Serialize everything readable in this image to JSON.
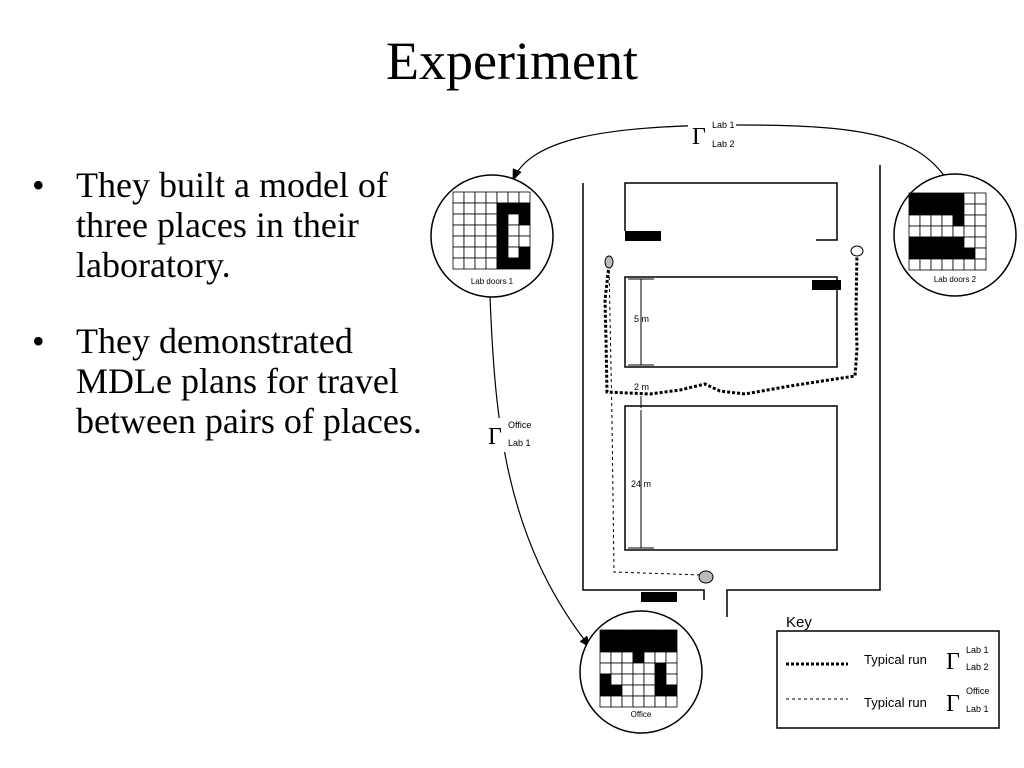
{
  "slide": {
    "title": "Experiment",
    "bullets": [
      "They built a model of three places in their laboratory.",
      "They demonstrated MDLe plans for travel between pairs of places."
    ]
  },
  "diagram": {
    "places": [
      {
        "label": "Lab doors 1"
      },
      {
        "label": "Lab doors 2"
      },
      {
        "label": "Office"
      }
    ],
    "transitions": {
      "top": {
        "symbol": "Γ",
        "superscript": "Lab 1",
        "subscript": "Lab 2"
      },
      "left": {
        "symbol": "Γ",
        "superscript": "Office",
        "subscript": "Lab 1"
      }
    },
    "measurements": [
      "5 m",
      "2 m",
      "24 m"
    ],
    "key": {
      "title": "Key",
      "entries": [
        {
          "label": "Typical run",
          "symbol": "Γ",
          "superscript": "Lab 1",
          "subscript": "Lab 2",
          "style": "thick-dotted"
        },
        {
          "label": "Typical run",
          "symbol": "Γ",
          "superscript": "Office",
          "subscript": "Lab 1",
          "style": "thin-dashed"
        }
      ]
    },
    "colors": {
      "ink": "#000000",
      "marker_fill": "#bbbbbb"
    }
  }
}
